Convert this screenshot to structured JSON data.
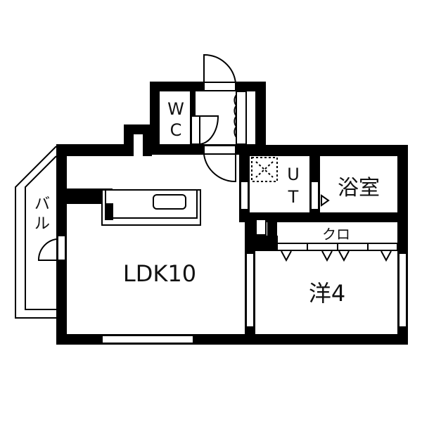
{
  "rooms": {
    "wc_w": "W",
    "wc_c": "C",
    "ut_u": "U",
    "ut_t": "T",
    "bath": "浴室",
    "closet": "クロ",
    "ldk": "LDK10",
    "western": "洋4",
    "balcony_1": "バ",
    "balcony_2": "ル"
  },
  "colors": {
    "wall": "#000000",
    "background": "#ffffff"
  }
}
